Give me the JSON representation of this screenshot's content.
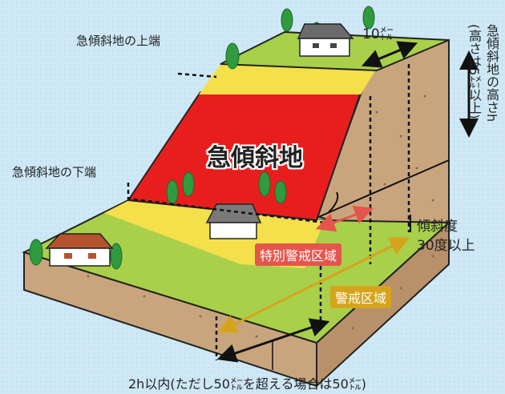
{
  "labels": {
    "slope_top": "急傾斜地の上端",
    "slope_bottom": "急傾斜地の下端",
    "slope_main": "急傾斜地",
    "height_line1": "急傾斜地の高さh",
    "height_line2": "(高さは5㍍以上)",
    "top_distance": "10㍍",
    "angle_line1": "傾斜度",
    "angle_line2": "30度以上",
    "special_zone": "特別警戒区域",
    "warning_zone": "警戒区域",
    "bottom_distance": "2h以内(ただし50㍍を超える場合は50㍍)"
  },
  "colors": {
    "red_zone": "#e81e1e",
    "yellow_zone": "#f4e04a",
    "grass": "#a8d04a",
    "soil": "#c9a57e",
    "special_arrow": "#e5554c",
    "warning_arrow": "#d6a41c"
  }
}
